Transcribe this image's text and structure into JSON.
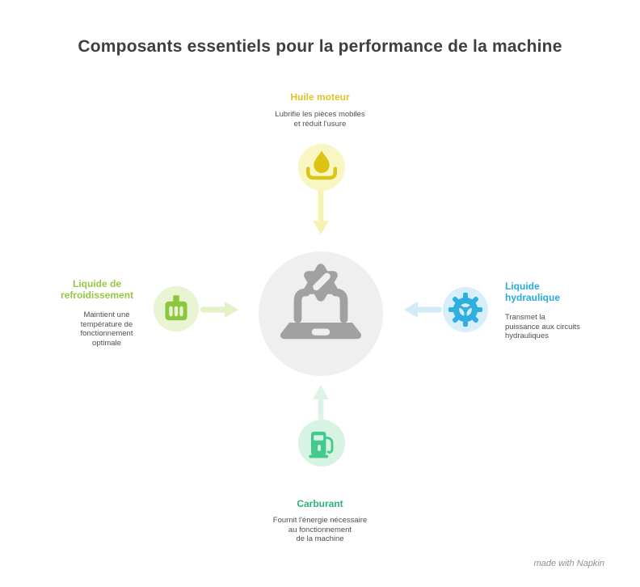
{
  "title": "Composants essentiels pour la performance de la machine",
  "center": {
    "icon": "laptop-gear-icon",
    "circle_color": "#efefef",
    "icon_color": "#a1a1a1"
  },
  "branches": {
    "top": {
      "label": "Huile moteur",
      "desc_lines": [
        "Lubrifie les pièces mobiles",
        "et réduit l'usure"
      ],
      "icon": "oil-drop-icon",
      "arrow": "arrow-down",
      "colors": {
        "label": "#dfc226",
        "icon": "#dcc414",
        "circle": "#f8f6c2",
        "arrow": "#f5f2b4"
      }
    },
    "left": {
      "label_lines": [
        "Liquide de",
        "refroidissement"
      ],
      "desc_lines": [
        "Maintient une",
        "température de",
        "fonctionnement",
        "optimale"
      ],
      "icon": "coolant-radiator-icon",
      "arrow": "arrow-right",
      "colors": {
        "label": "#94c83e",
        "icon": "#8cc63f",
        "circle": "#e9f4d2",
        "arrow": "#e3f1c4"
      }
    },
    "right": {
      "label_lines": [
        "Liquide",
        "hydraulique"
      ],
      "desc_lines": [
        "Transmet la",
        "puissance aux circuits",
        "hydrauliques"
      ],
      "icon": "hydraulic-gear-icon",
      "arrow": "arrow-left",
      "colors": {
        "label": "#29a9de",
        "icon": "#2fafe0",
        "circle": "#d8effa",
        "arrow": "#d2ebf7"
      }
    },
    "bottom": {
      "label": "Carburant",
      "desc_lines": [
        "Fournit l'énergie nécessaire",
        "au fonctionnement",
        "de la machine"
      ],
      "icon": "fuel-pump-icon",
      "arrow": "arrow-up",
      "colors": {
        "label": "#29b577",
        "icon": "#42ca8c",
        "circle": "#d7f3e4",
        "arrow": "#dcf4e8"
      }
    }
  },
  "watermark": "made with Napkin"
}
